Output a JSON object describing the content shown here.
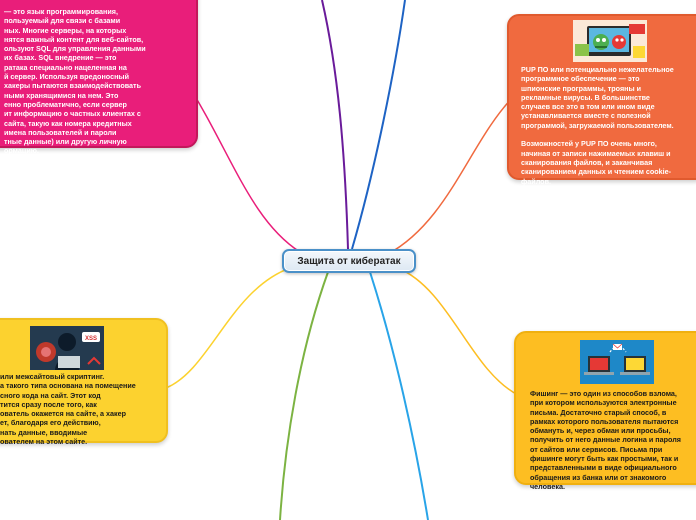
{
  "mindmap": {
    "central_topic": "Защита от кибератак",
    "colors": {
      "sql_card": "#e91e7a",
      "pup_card": "#f06a3f",
      "xss_card": "#fcd22f",
      "phishing_card": "#fdbe22",
      "center_border": "#4a90c8"
    },
    "topics": {
      "sql": {
        "icon": "sql-injection-illustration",
        "text": "— это язык программирования,\nпользуемый для связи с базами\nных. Многие серверы, на которых\nнятся важный контент для веб-сайтов,\nользуют SQL для управления данными\nих базах. SQL внедрение — это\nратака специально нацеленная на\nй сервер. Используя вредоносный\nхакеры пытаются взаимодействовать\nными хранящимися на нем. Это\nенно проблематично, если сервер\nит информацию о частных клиентах с\nсайта, такую как номера кредитных\n имена пользователей и пароли\nтные данные) или другую личную\nормацию."
      },
      "pup": {
        "icon": "malware-monsters-illustration",
        "text": "PUP ПО или потенциально нежелательное\nпрограммное обеспечение — это\nшпионские программы, трояны и\nрекламные вирусы. В большинстве\nслучаев все это в том или ином виде\nустанавливается вместе с полезной\nпрограммой, загружаемой пользователем.\n\nВозможностей у PUP ПО очень много,\nначиная от записи нажимаемых клавиш и\nсканирования файлов, и заканчивая\nсканированием данных и чтением cookie-\nфайлов."
      },
      "xss": {
        "icon": "xss-hacker-illustration",
        "text": "или межсайтовый скриптинг.\nа такого типа основана на помещение\nсного кода на сайт. Этот код\nтится сразу после того, как\nователь окажется на сайте, а хакер\nет, благодаря его действию,\nнать данные, вводимые\nователем на этом сайте."
      },
      "phishing": {
        "icon": "phishing-laptops-illustration",
        "text": "Фишинг — это один из способов взлома,\nпри котором используются электронные\nписьма. Достаточно старый способ, в\nрамках которого пользователя пытаются\nобмануть и, через обман или просьбы,\nполучить от него данные логина и пароля\nот сайтов или сервисов. Письма при\nфишинге могут быть как простыми, так и\nпредставленными в виде официального\nобращения из банка или от знакомого\nчеловека."
      }
    }
  }
}
